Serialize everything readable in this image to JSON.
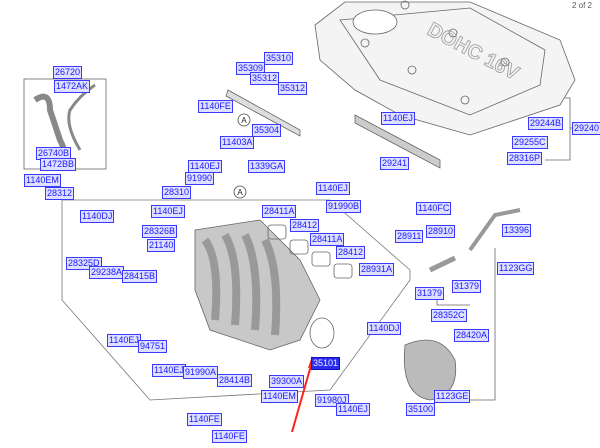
{
  "page_indicator": "2 of 2",
  "cover_text": "DOHC 16V",
  "callout_letter": "A",
  "highlight_color": "#2c2cf0",
  "arrow_color": "#ff2020",
  "selected_part": "35101",
  "labels": {
    "l26720": "26720",
    "l1472AK": "1472AK",
    "l26740B": "26740B",
    "l1472BB": "1472BB",
    "l1140EM_a": "1140EM",
    "l28312": "28312",
    "l35310": "35310",
    "l35309": "35309",
    "l35312_a": "35312",
    "l35312_b": "35312",
    "l1140FE_a": "1140FE",
    "l35304": "35304",
    "l11403A": "11403A",
    "l1140EJ_a": "1140EJ",
    "l1339GA": "1339GA",
    "l91990": "91990",
    "l28310": "28310",
    "l1140EJ_b": "1140EJ",
    "l91990B": "91990B",
    "l1140DJ_a": "1140DJ",
    "l1140EJ_c": "1140EJ",
    "l28326B": "28326B",
    "l21140": "21140",
    "l28325D": "28325D",
    "l29238A": "29238A",
    "l28415B": "28415B",
    "l28411A_a": "28411A",
    "l28412_a": "28412",
    "l28411A_b": "28411A",
    "l28412_b": "28412",
    "l28931A": "28931A",
    "l1140EJ_d": "1140EJ",
    "l29241": "29241",
    "l29244B": "29244B",
    "l29240": "29240",
    "l29255C": "29255C",
    "l28316P": "28316P",
    "l1140FC": "1140FC",
    "l28911": "28911",
    "l28910": "28910",
    "l13396": "13396",
    "l1123GG": "1123GG",
    "l31379_a": "31379",
    "l31379_b": "31379",
    "l28352C": "28352C",
    "l28420A": "28420A",
    "l1140DJ_b": "1140DJ",
    "l35101": "35101",
    "l1140EJ_e": "1140EJ",
    "l94751": "94751",
    "l1140EJ_f": "1140EJ",
    "l91990A": "91990A",
    "l28414B": "28414B",
    "l39300A": "39300A",
    "l1140EM_b": "1140EM",
    "l1140FE_b": "1140FE",
    "l1140FE_c": "1140FE",
    "l91980J": "91980J",
    "l1140EJ_g": "1140EJ",
    "l1123GE": "1123GE",
    "l35100": "35100"
  }
}
